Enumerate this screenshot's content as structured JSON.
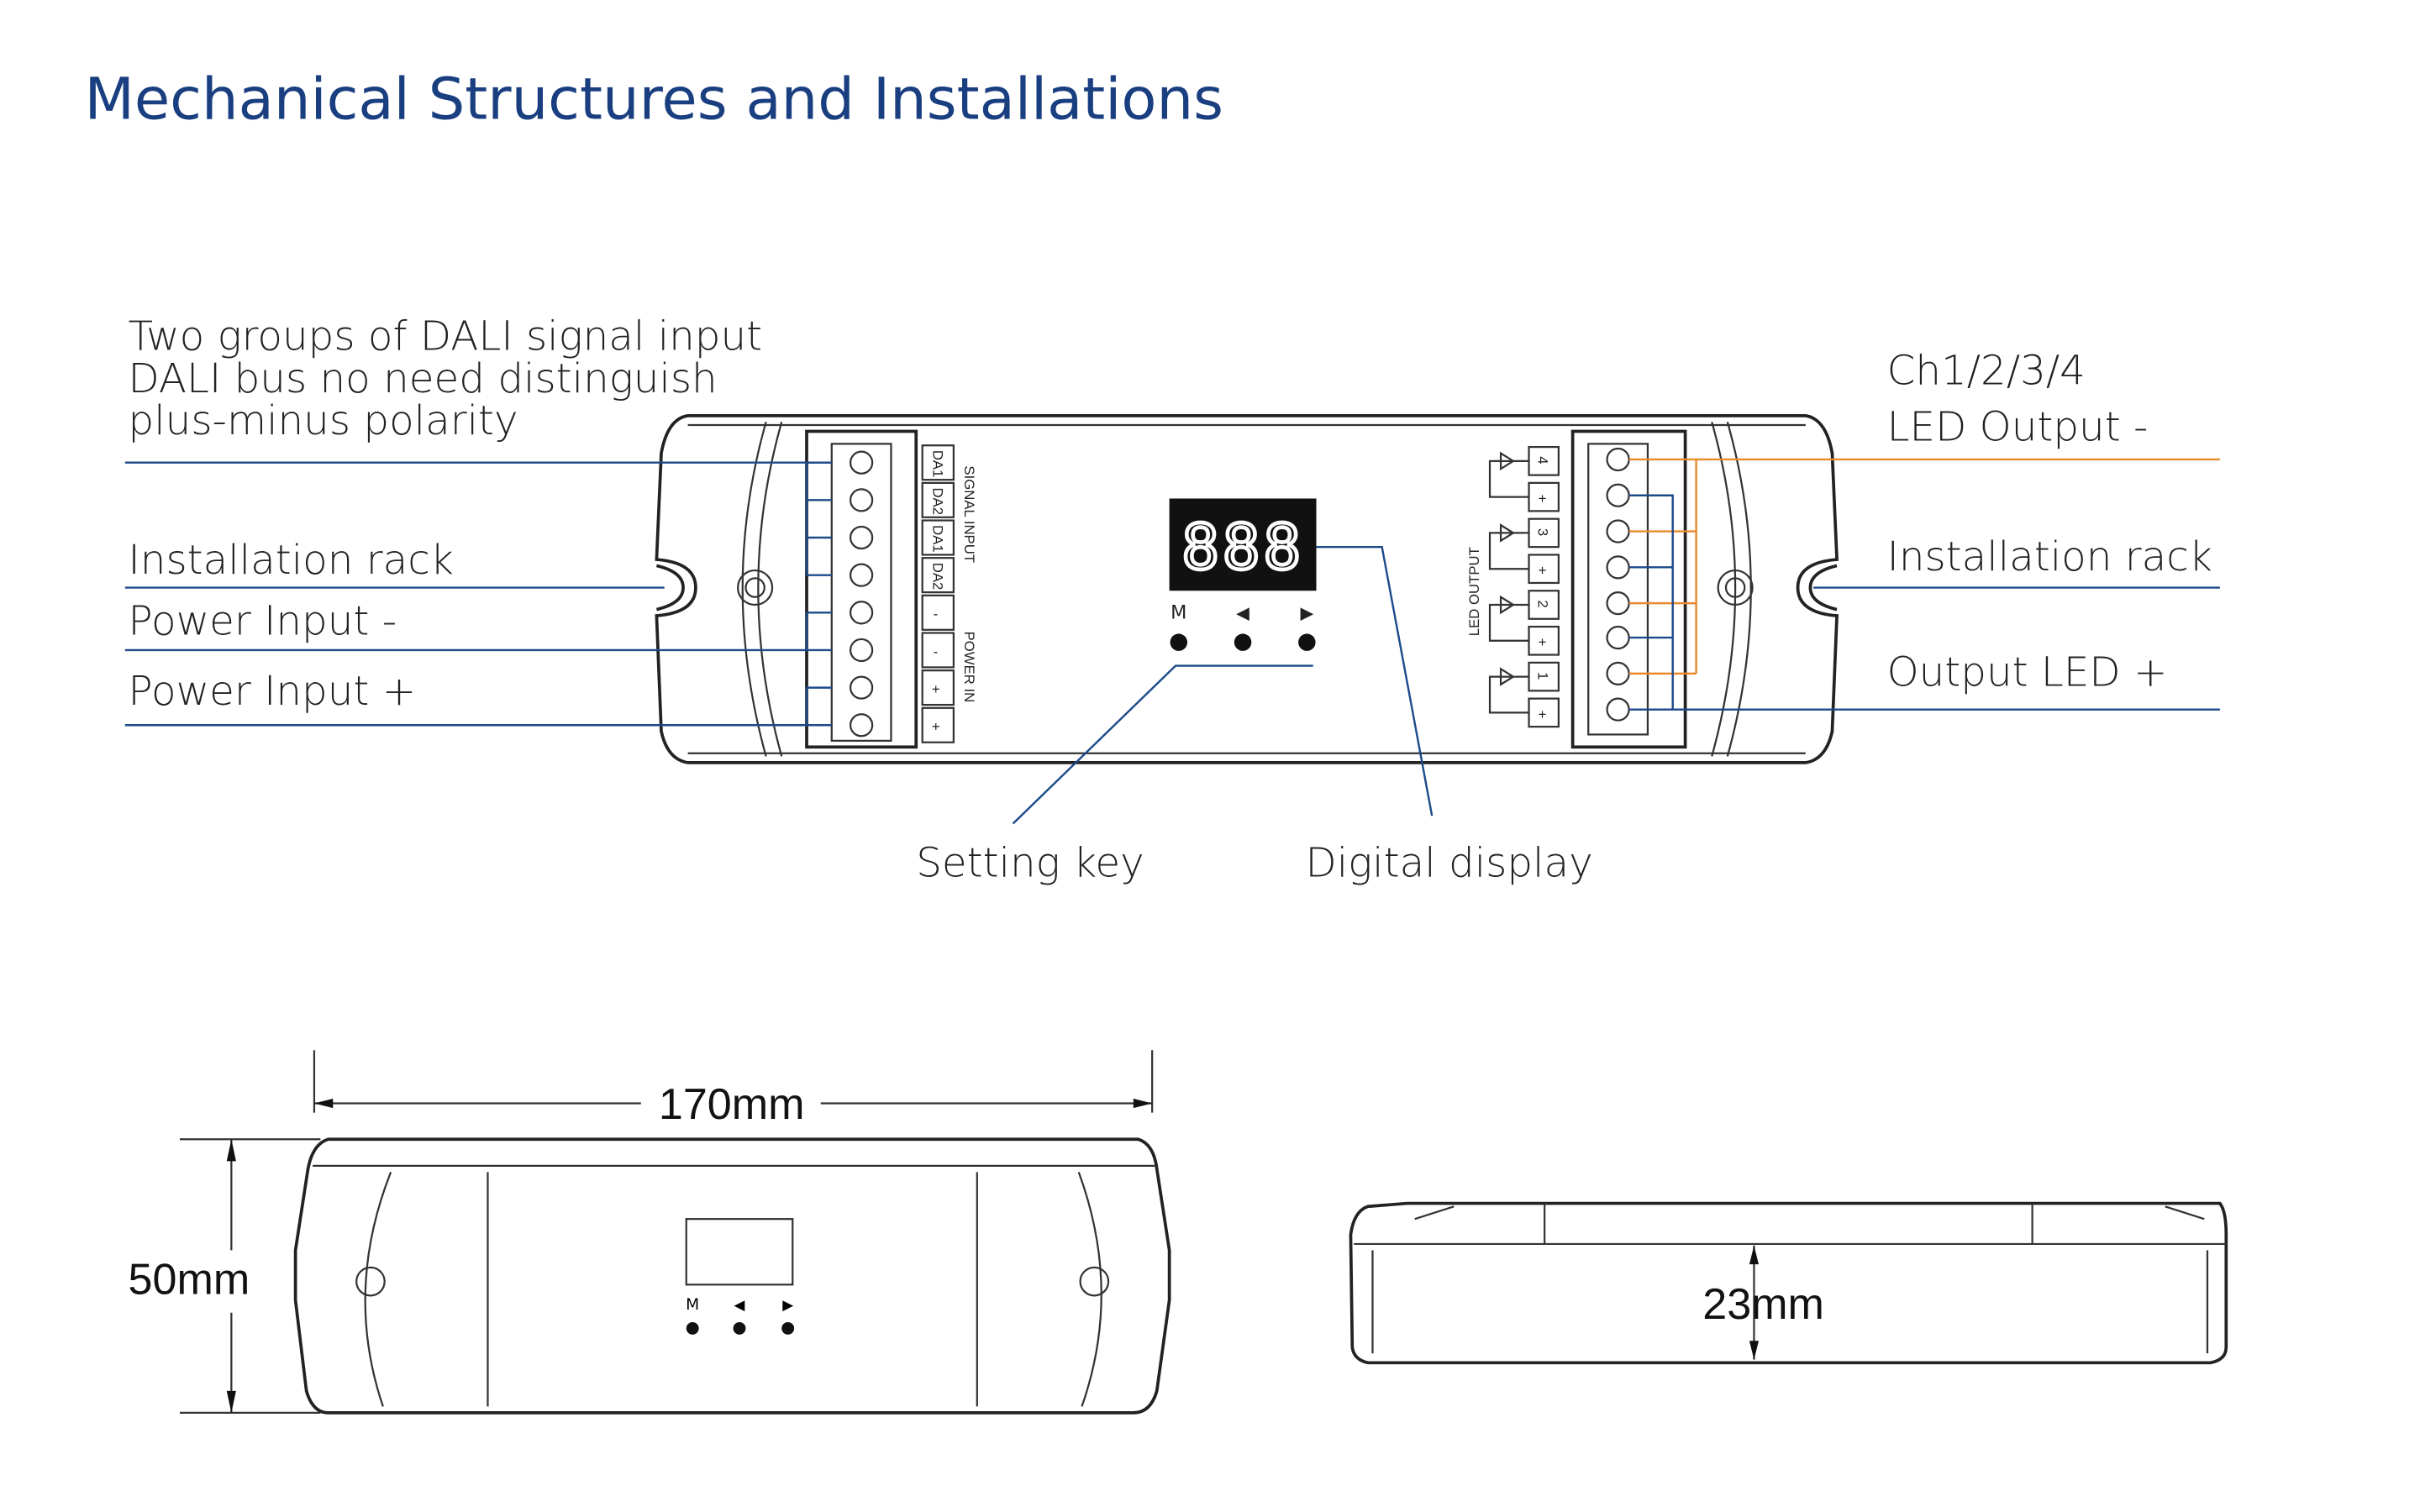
{
  "title": "Mechanical Structures and Installations",
  "callouts": {
    "dali_line1": "Two groups of DALI signal input",
    "dali_line2": "DALI bus no need distinguish",
    "dali_line3": "plus-minus polarity",
    "install_rack_left": "Installation rack",
    "power_minus": "Power Input -",
    "power_plus": "Power Input +",
    "ch_line1": "Ch1/2/3/4",
    "ch_line2": "LED Output -",
    "install_rack_right": "Installation rack",
    "output_plus": "Output LED +",
    "setting_key": "Setting key",
    "digital_display": "Digital display"
  },
  "device": {
    "signal_input_label": "SIGNAL INPUT",
    "power_in_label": "POWER IN",
    "led_output_label": "LED OUTPUT",
    "input_terminals": [
      "DA1",
      "DA2",
      "DA1",
      "DA2",
      "-",
      "-",
      "+",
      "+"
    ],
    "output_terminals": [
      "4",
      "+",
      "3",
      "+",
      "2",
      "+",
      "1",
      "+"
    ],
    "display_value": "888",
    "buttons": [
      "M",
      "◀",
      "▶"
    ]
  },
  "dimensions": {
    "length": "170mm",
    "width": "50mm",
    "height": "23mm"
  },
  "colors": {
    "title": "#1a3f80",
    "callout_line": "#1d4a8a",
    "channel_wire": "#e98a2e"
  }
}
